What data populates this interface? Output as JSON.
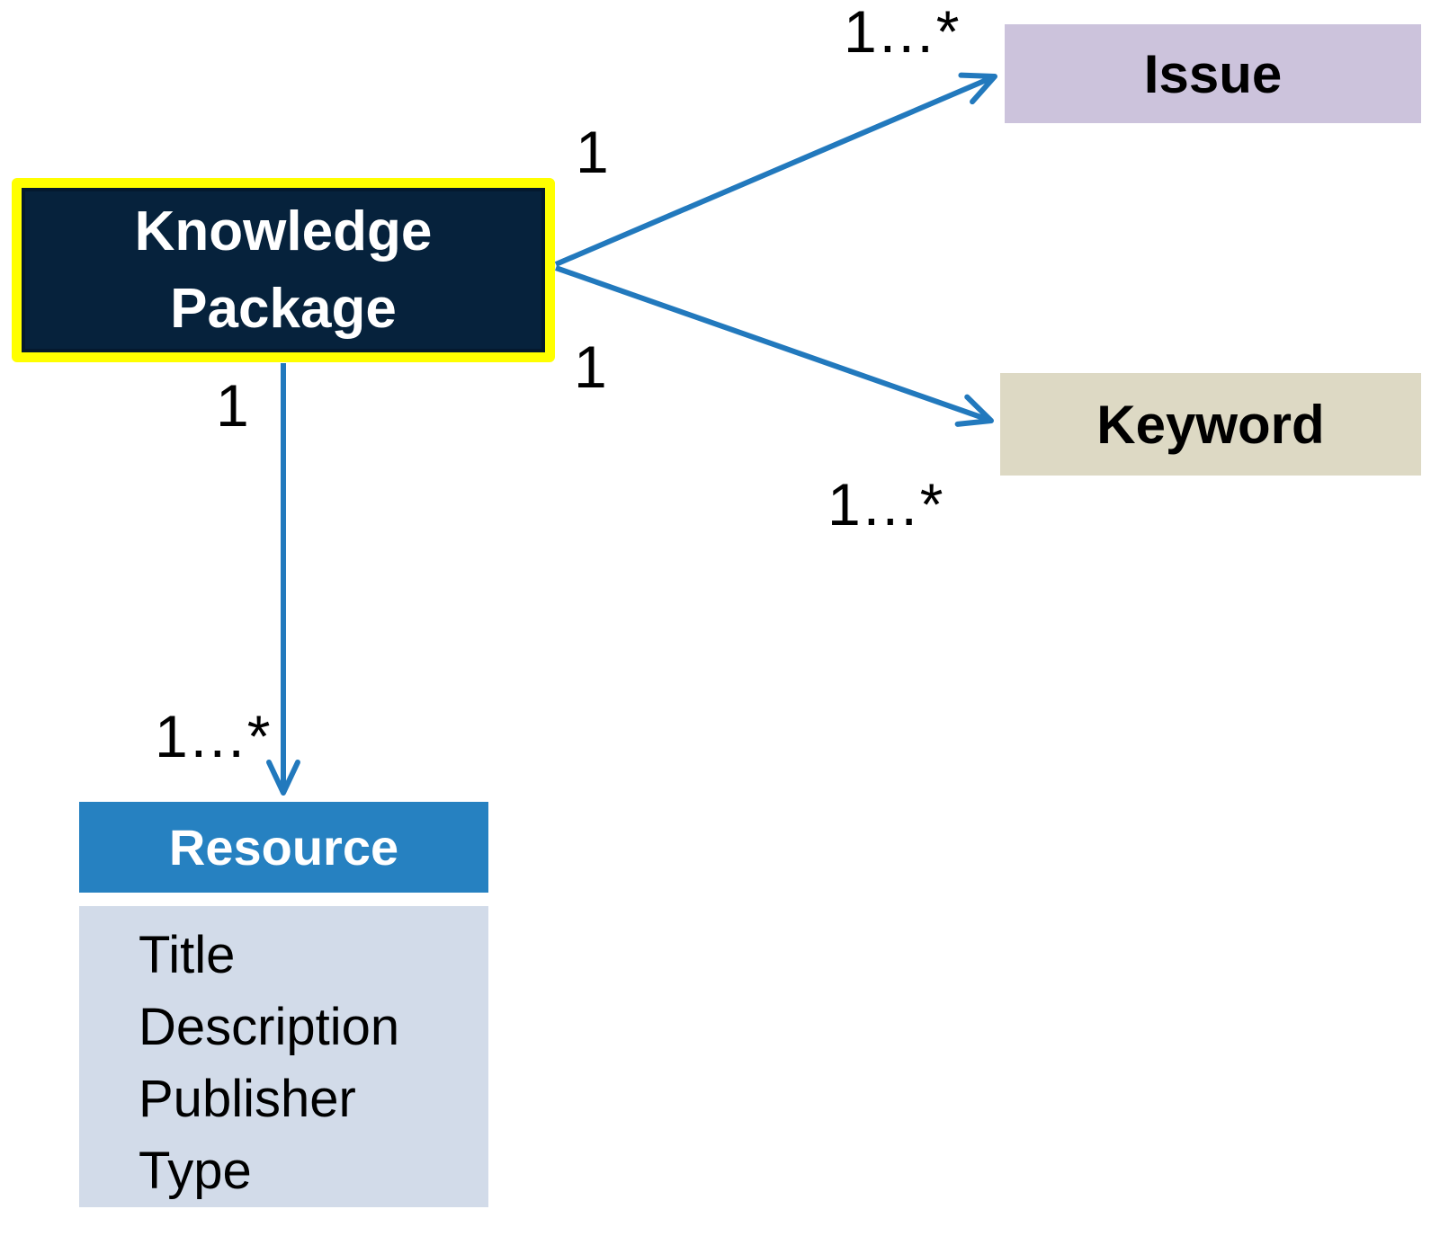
{
  "diagram": {
    "nodes": {
      "knowledge_package": {
        "label": "Knowledge Package"
      },
      "issue": {
        "label": "Issue"
      },
      "keyword": {
        "label": "Keyword"
      },
      "resource": {
        "title": "Resource",
        "attributes": [
          "Title",
          "Description",
          "Publisher",
          "Type"
        ]
      }
    },
    "edges": [
      {
        "from": "Knowledge Package",
        "to": "Issue",
        "source_multiplicity": "1",
        "target_multiplicity": "1…*"
      },
      {
        "from": "Knowledge Package",
        "to": "Keyword",
        "source_multiplicity": "1",
        "target_multiplicity": "1…*"
      },
      {
        "from": "Knowledge Package",
        "to": "Resource",
        "source_multiplicity": "1",
        "target_multiplicity": "1…*"
      }
    ],
    "colors": {
      "knowledge_package_fill": "#06223c",
      "knowledge_package_border": "#ffff00",
      "knowledge_package_text": "#ffffff",
      "issue_fill": "#ccc3dc",
      "keyword_fill": "#ddd9c4",
      "resource_header_fill": "#2681c1",
      "resource_header_text": "#ffffff",
      "resource_body_fill": "#d2dbe9",
      "arrow": "#2279bd",
      "label_text": "#000000"
    }
  }
}
